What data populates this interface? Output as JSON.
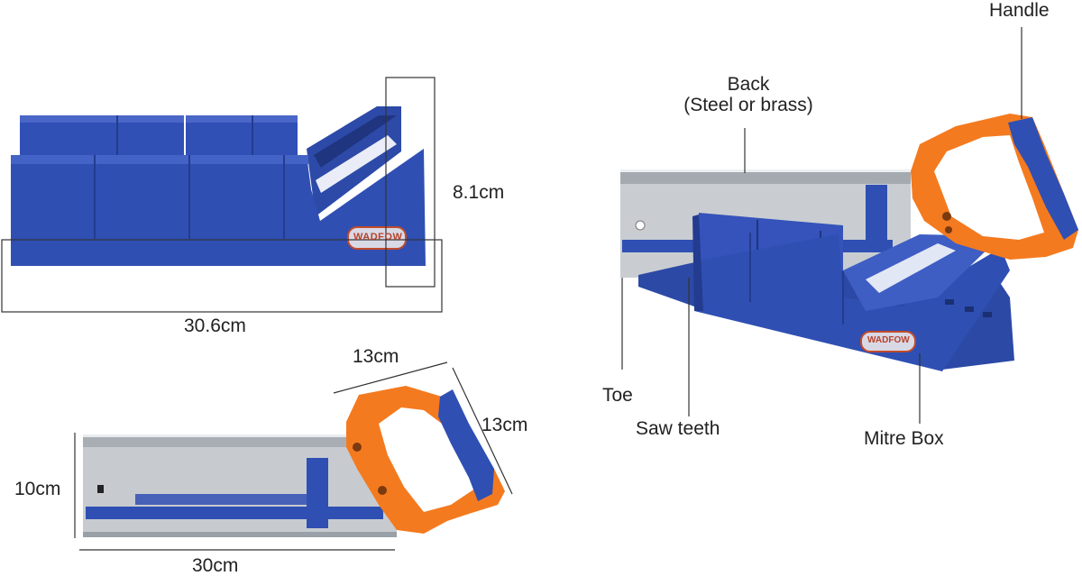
{
  "brand": "WADFOW",
  "mitre_box": {
    "height_label": "8.1cm",
    "length_label": "30.6cm"
  },
  "saw": {
    "handle_width_label": "13cm",
    "handle_height_label": "13cm",
    "blade_height_label": "10cm",
    "blade_length_label": "30cm"
  },
  "callouts": {
    "back_line1": "Back",
    "back_line2": "(Steel or brass)",
    "handle": "Handle",
    "toe": "Toe",
    "saw_teeth": "Saw teeth",
    "mitre_box": "Mitre Box"
  },
  "colors": {
    "box_blue": "#2f4fb3",
    "box_blue_dark": "#233c8f",
    "handle_orange": "#f47a1f",
    "blade_silver": "#c9cdd2"
  }
}
